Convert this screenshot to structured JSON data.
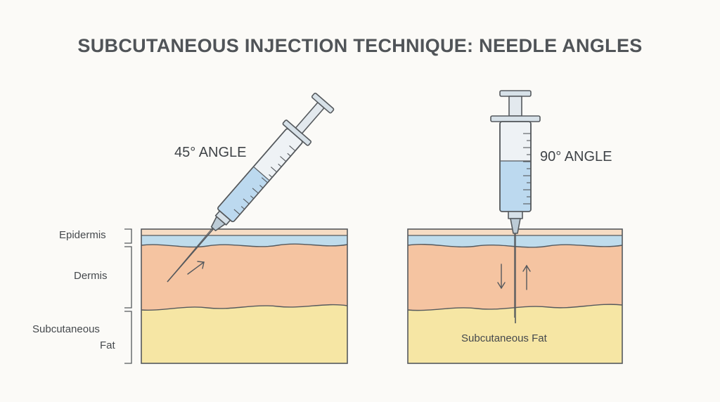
{
  "title": "SUBCUTANEOUS INJECTION TECHNIQUE: NEEDLE ANGLES",
  "panels": {
    "left": {
      "angle_label": "45° ANGLE"
    },
    "right": {
      "angle_label": "90° ANGLE",
      "layer_label": "Subcutaneous Fat"
    }
  },
  "layers": {
    "epidermis": "Epidermis",
    "dermis": "Dermis",
    "subcutaneous_line1": "Subcutaneous",
    "subcutaneous_line2": "Fat"
  },
  "colors": {
    "epidermis_top": "#f6dcc4",
    "epidermis_blue": "#bfdcec",
    "dermis": "#f5c4a1",
    "fat": "#f6e6a4",
    "fluid": "#bcd9ef",
    "outline": "#55595d"
  }
}
